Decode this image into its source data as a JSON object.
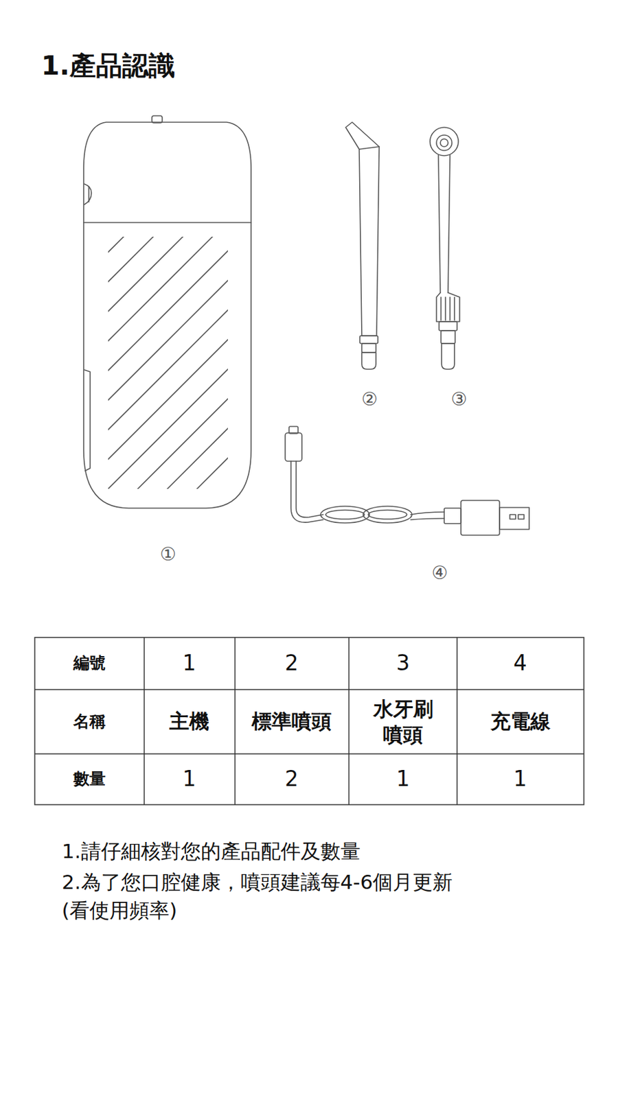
{
  "diagram": {
    "title": "1.產品認識",
    "labels": [
      "①",
      "②",
      "③",
      "④",
      "編號",
      "1",
      "2",
      "3",
      "4",
      "名稱",
      "主機",
      "標準噴頭",
      "水牙刷 噴頭",
      "充電線",
      "數量",
      "1",
      "2",
      "1",
      "1",
      "1.請仔細核對您的產品配件及數量",
      "2.為了您口腔健康，噴頭建議每4-6個月更新 (看使用頻率)"
    ]
  }
}
